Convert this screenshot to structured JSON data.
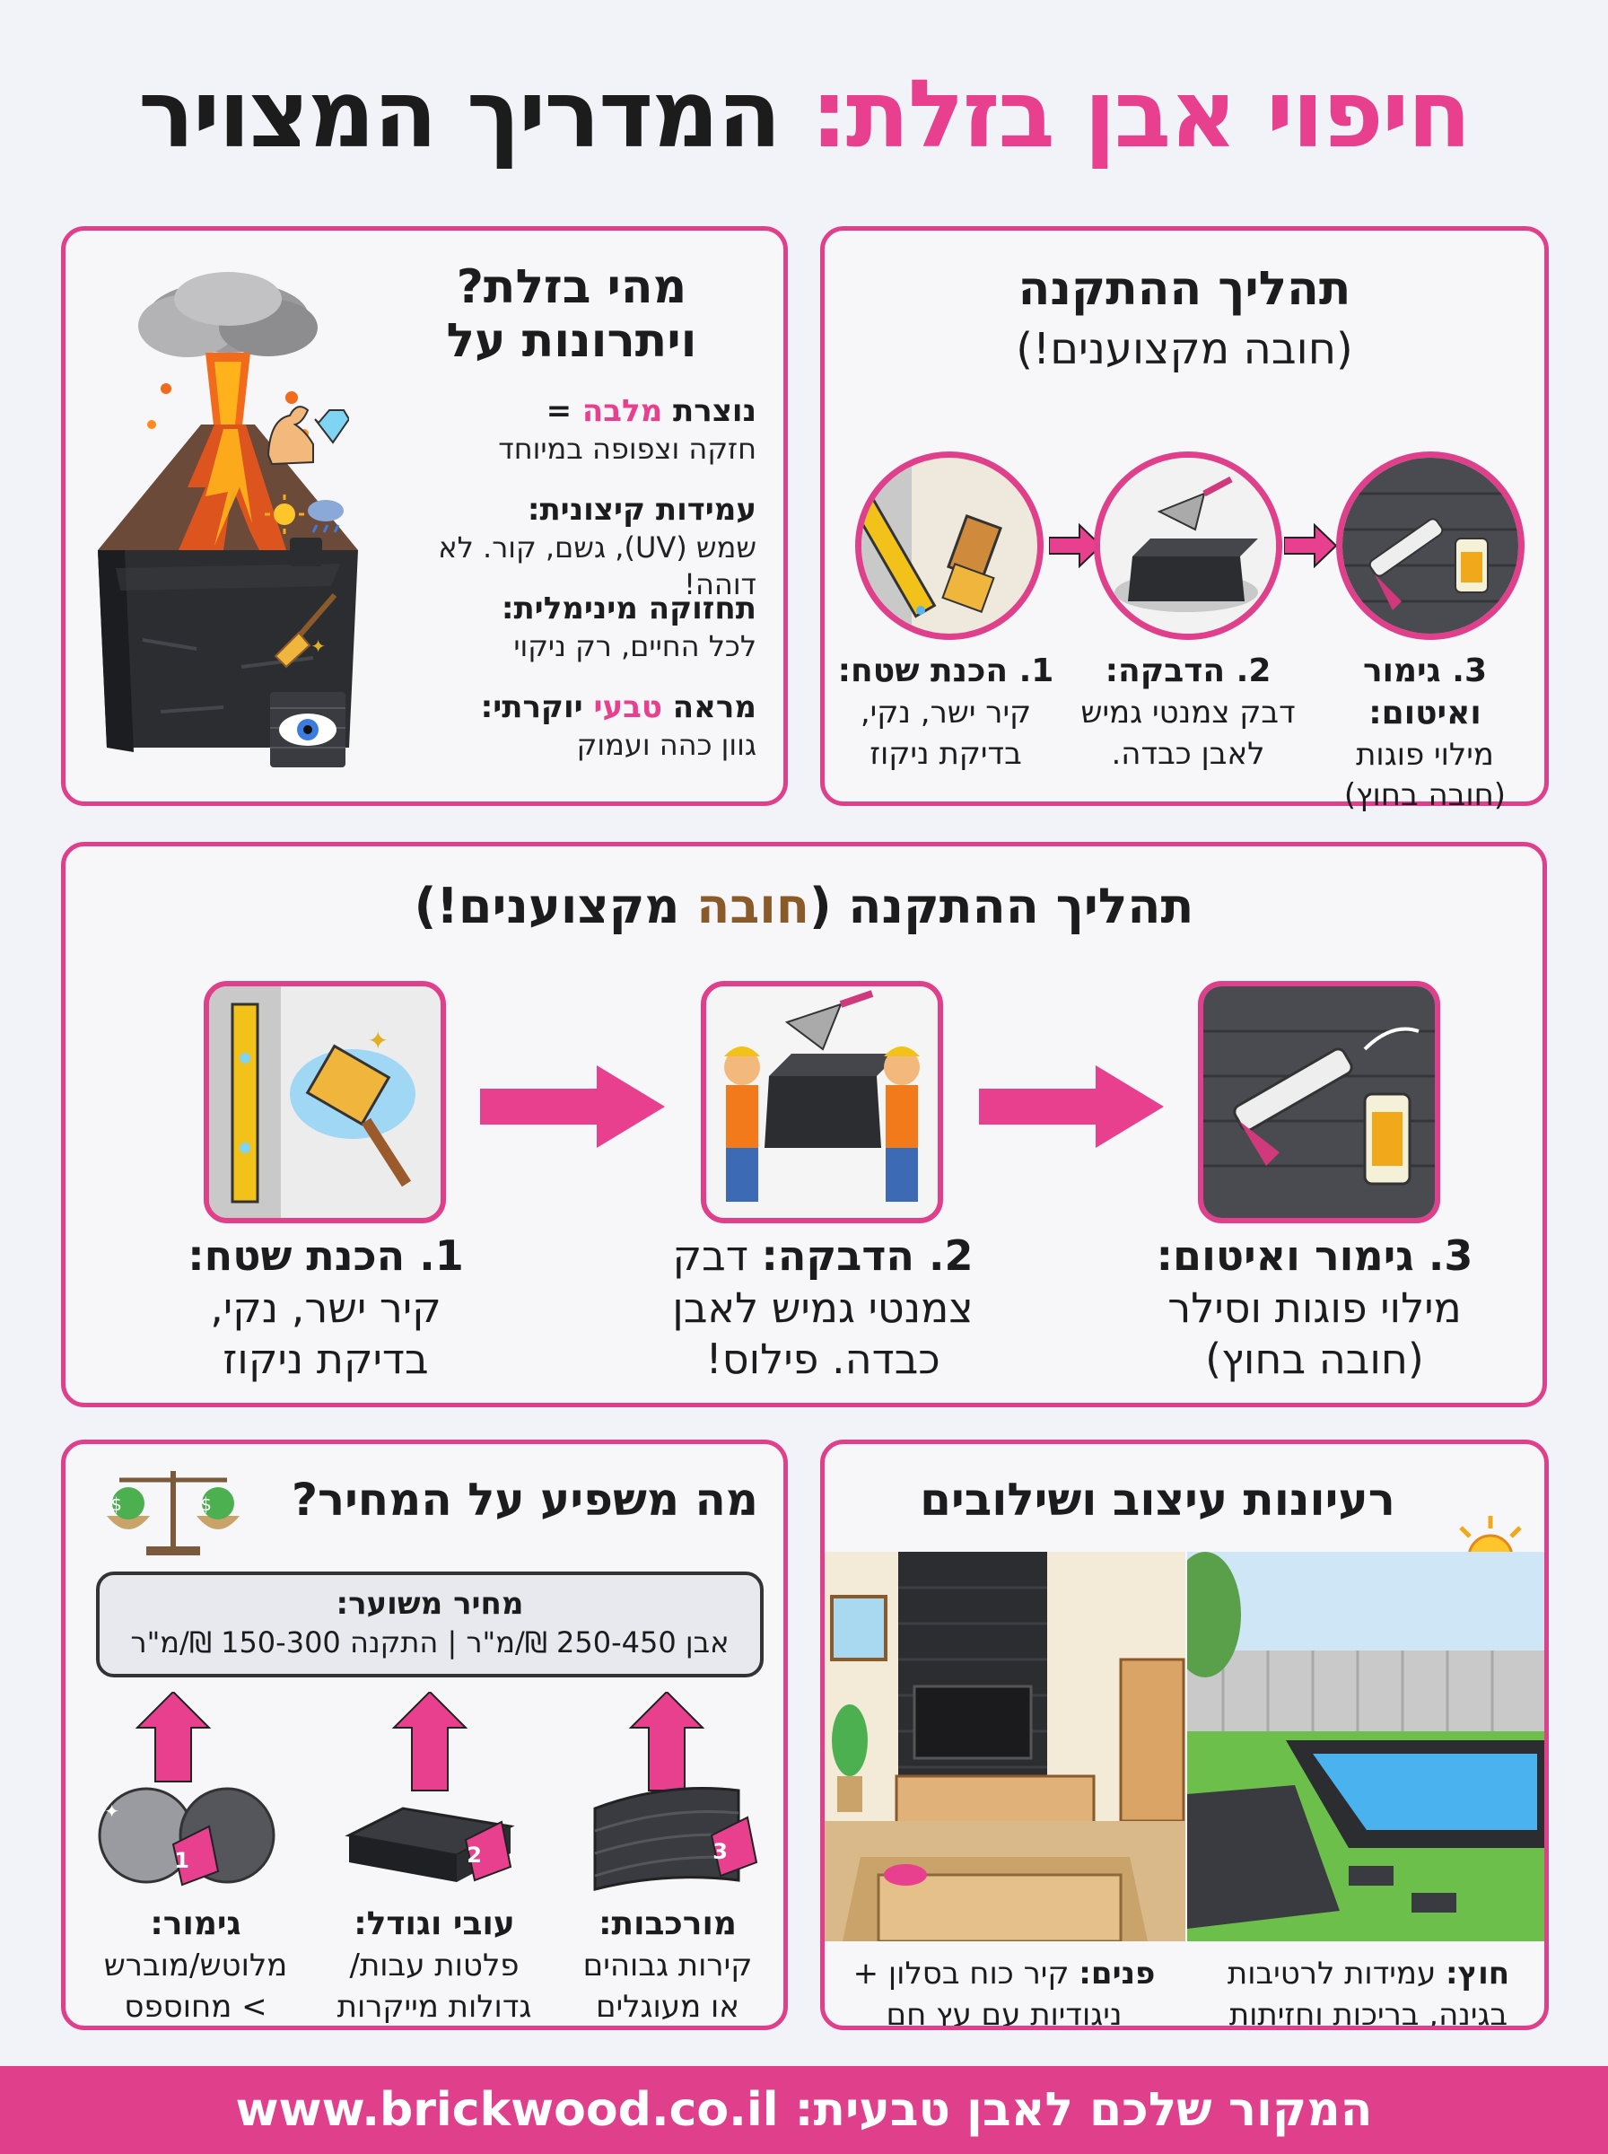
{
  "title": {
    "part_pink": "חיפוי אבן בזלת:",
    "part_black": "המדריך המצויר"
  },
  "about": {
    "heading_line1": "מהי בזלת?",
    "heading_line2": "ויתרונות על",
    "features": [
      {
        "title_a": "נוצרת ",
        "title_pink": "מלבה",
        "title_b": " =",
        "desc": "חזקה וצפופה במיוחד",
        "icon": "muscle-diamond-icon"
      },
      {
        "title_a": "עמידות קיצונית:",
        "title_pink": "",
        "title_b": "",
        "desc": "שמש (UV), גשם, קור. לא דוהה!",
        "icon": "weather-icon"
      },
      {
        "title_a": "תחזוקה מינימלית:",
        "title_pink": "",
        "title_b": "",
        "desc": "לכל החיים, רק ניקוי",
        "icon": "broom-icon"
      },
      {
        "title_a": "מראה ",
        "title_pink": "טבעי",
        "title_b": " יוקרתי:",
        "desc": "גוון כהה ועמוק",
        "icon": "eye-wall-icon"
      }
    ]
  },
  "process_small": {
    "heading": "תהליך ההתקנה",
    "subheading": "(חובה מקצוענים!)",
    "steps": [
      {
        "title": "1. הכנת שטח:",
        "desc_l1": "קיר ישר, נקי,",
        "desc_l2": "בדיקת ניקוז"
      },
      {
        "title": "2. הדבקה:",
        "desc_l1": "דבק צמנטי גמיש",
        "desc_l2": "לאבן כבדה."
      },
      {
        "title": "3. גימור ואיטום:",
        "desc_l1": "מילוי פוגות",
        "desc_l2": "(חובה בחוץ)"
      }
    ]
  },
  "process_big": {
    "heading_a": "תהליך ההתקנה (",
    "heading_pink": "חובה",
    "heading_b": " מקצוענים!)",
    "steps": [
      {
        "title": "1. הכנת שטח:",
        "desc_l1": "קיר ישר, נקי,",
        "desc_l2": "בדיקת ניקוז"
      },
      {
        "title": "2. הדבקה:",
        "desc_l1": "דבק",
        "desc_l2": "צמנטי גמיש לאבן",
        "desc_l3": "כבדה. פילוס!"
      },
      {
        "title": "3. גימור ואיטום:",
        "desc_l1": "מילוי פוגות וסילר",
        "desc_l2": "(חובה בחוץ)"
      }
    ]
  },
  "price": {
    "heading": "מה משפיע על המחיר?",
    "box_title": "מחיר משוער:",
    "box_value": "אבן 250-450 ₪/מ\"ר | התקנה 150-300 ₪/מ\"ר",
    "factors": [
      {
        "tag": "1",
        "title": "גימור:",
        "desc_l1": "מלוטש/מוברש",
        "desc_l2": "> מחוספס"
      },
      {
        "tag": "2",
        "title": "עובי וגודל:",
        "desc_l1": "פלטות עבות/",
        "desc_l2": "גדולות מייקרות"
      },
      {
        "tag": "3",
        "title": "מורכבות:",
        "desc_l1": "קירות גבוהים",
        "desc_l2": "או מעוגלים"
      }
    ]
  },
  "design": {
    "heading": "רעיונות עיצוב ושילובים",
    "indoor": {
      "label": "פנים:",
      "desc_l1": "קיר כוח בסלון +",
      "desc_l2": "ניגודיות עם עץ חם"
    },
    "outdoor": {
      "label": "חוץ:",
      "desc_l1": "עמידות לרטיבות",
      "desc_l2": "בגינה, בריכות וחזיתות"
    }
  },
  "footer": {
    "label": "המקור שלכם לאבן טבעית:",
    "url": "www.brickwood.co.il"
  },
  "colors": {
    "accent": "#e0408b",
    "basalt": "#2e2f33",
    "background": "#f2f3f8"
  }
}
